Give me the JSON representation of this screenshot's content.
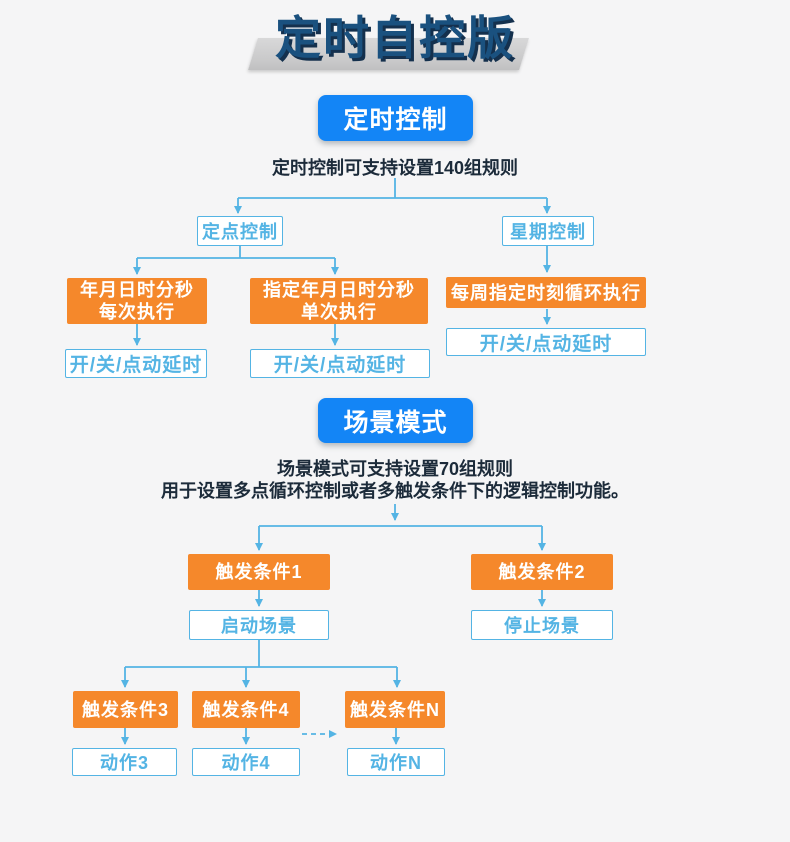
{
  "page_title": "定时自控版",
  "colors": {
    "primary_blue": "#1385f6",
    "node_orange": "#f5882b",
    "line_light_blue": "#54b4e4",
    "title_navy": "#1a517f",
    "text_dark": "#1c2b3a",
    "background": "#f5f5f6"
  },
  "timer_section": {
    "header": "定时控制",
    "subtitle": "定时控制可支持设置140组规则",
    "nodes": {
      "fixed_point": "定点控制",
      "weekly": "星期控制",
      "datetime_every_line1": "年月日时分秒",
      "datetime_every_line2": "每次执行",
      "datetime_once_line1": "指定年月日时分秒",
      "datetime_once_line2": "单次执行",
      "weekly_loop": "每周指定时刻循环执行",
      "output_left": "开/关/点动延时",
      "output_mid": "开/关/点动延时",
      "output_right": "开/关/点动延时"
    }
  },
  "scene_section": {
    "header": "场景模式",
    "subtitle_line1": "场景模式可支持设置70组规则",
    "subtitle_line2": "用于设置多点循环控制或者多触发条件下的逻辑控制功能。",
    "nodes": {
      "trigger1": "触发条件1",
      "trigger2": "触发条件2",
      "start_scene": "启动场景",
      "stop_scene": "停止场景",
      "trigger3": "触发条件3",
      "trigger4": "触发条件4",
      "trigger_n": "触发条件N",
      "action3": "动作3",
      "action4": "动作4",
      "action_n": "动作N"
    }
  }
}
